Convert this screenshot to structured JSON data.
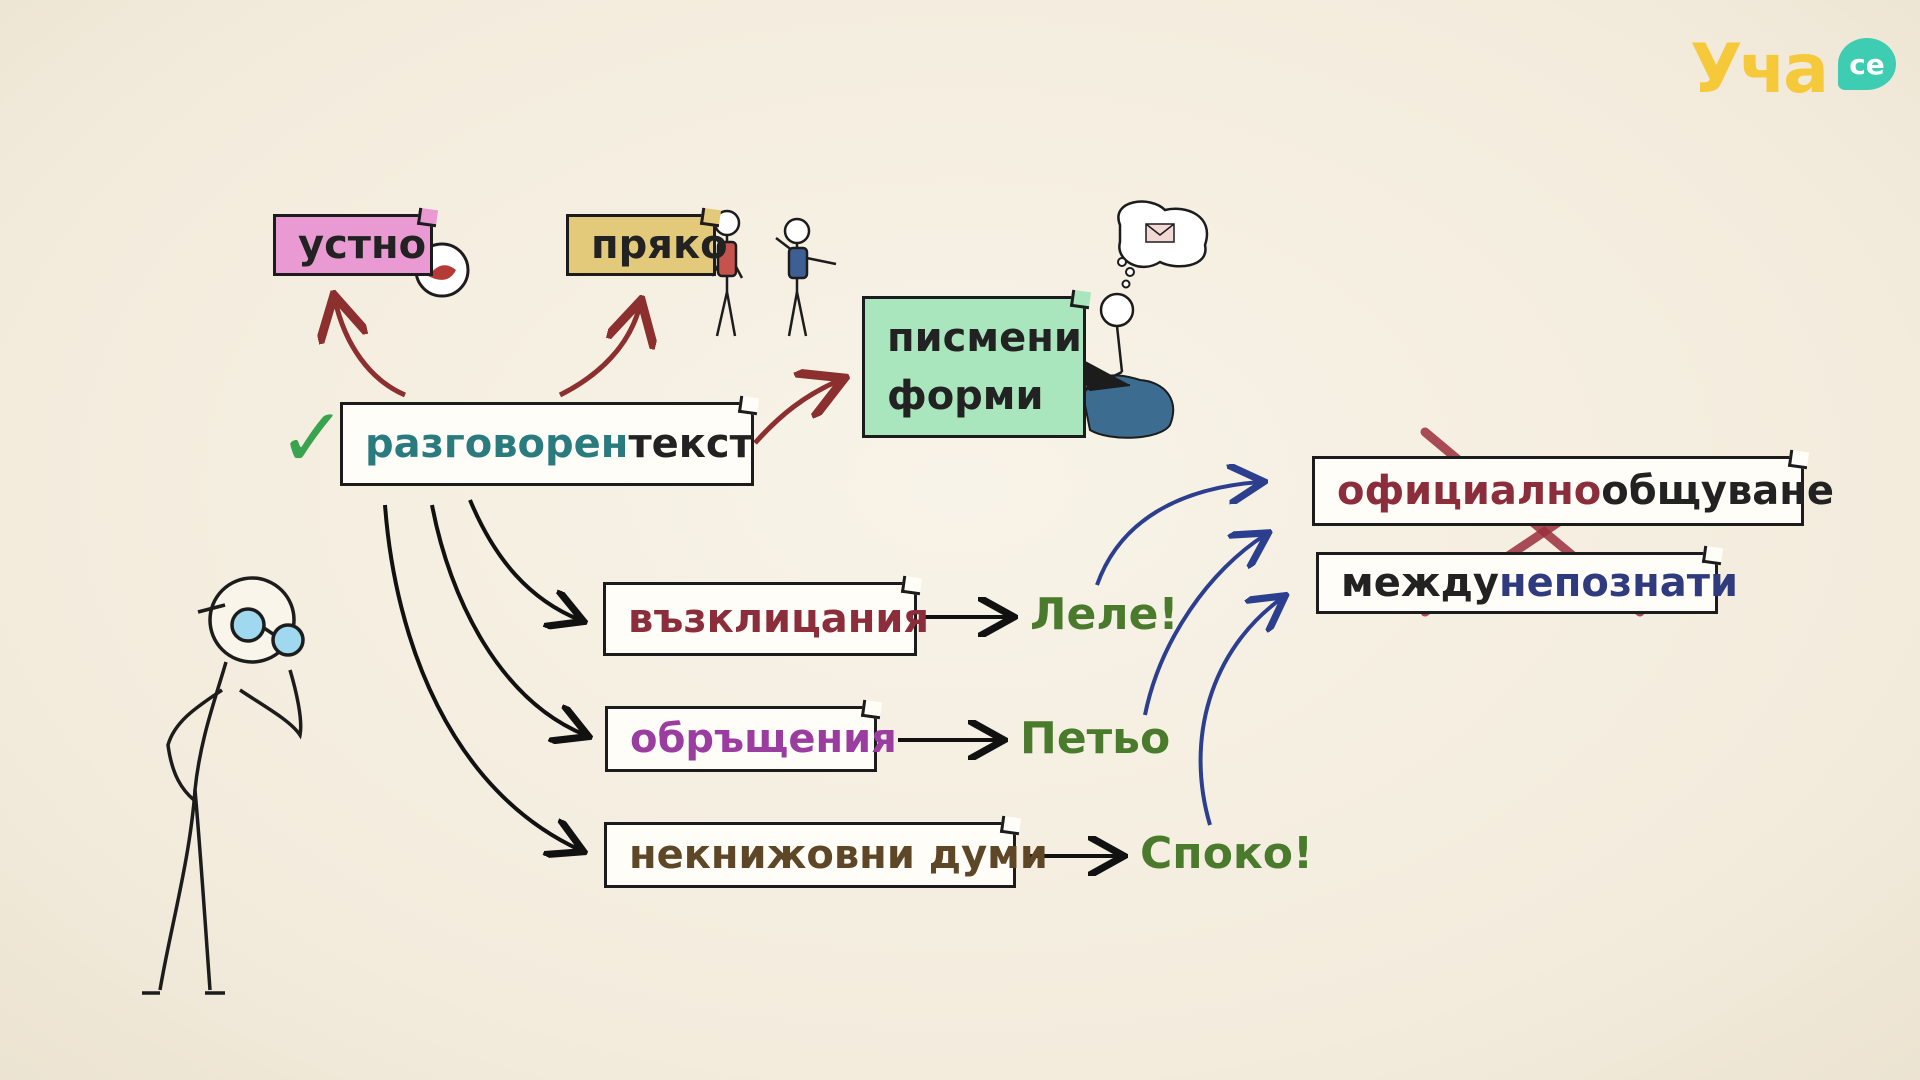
{
  "logo": {
    "word": "Уча",
    "suffix": "се",
    "word_color": "#f5c93a",
    "bubble_color": "#3ecdb2"
  },
  "top_boxes": {
    "ustno": {
      "label": "устно",
      "fill": "#e99ad2"
    },
    "pryako": {
      "label": "пряко",
      "fill": "#e3c97a"
    },
    "pismeni": {
      "line1": "писмени",
      "line2": "форми",
      "fill": "#a9e6bd"
    }
  },
  "main_box": {
    "word1": "разговорен",
    "word2": "текст",
    "word1_color": "#2a7b7e",
    "check_mark": "✓",
    "check_color": "#3aa350"
  },
  "features": [
    {
      "label": "възклицания",
      "color": "#8b2d3b",
      "example": "Леле!",
      "example_color": "#4a7a2c"
    },
    {
      "label": "обръщения",
      "color": "#9a3ca0",
      "example": "Петьо",
      "example_color": "#4a7a2c"
    },
    {
      "label": "некнижовни думи",
      "color": "#5e4727",
      "example": "Споко!",
      "example_color": "#4a7a2c"
    }
  ],
  "right_boxes": {
    "line1_part1": "официално",
    "line1_part2": "общуване",
    "line1_part1_color": "#8b2d3b",
    "line2_part1": "между",
    "line2_part2": "непознати",
    "line2_part2_color": "#2f3b7e",
    "cross_color": "#9b2f3d"
  },
  "arrow_colors": {
    "red": "#8b2f2f",
    "blue": "#2c3f8f",
    "black": "#111111"
  }
}
